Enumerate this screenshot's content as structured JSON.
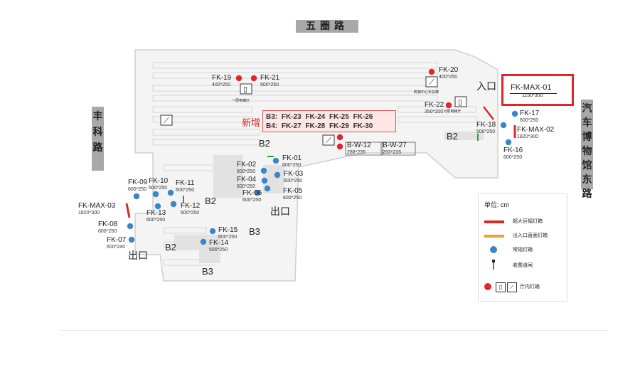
{
  "roads": {
    "top": "五圈路",
    "left": "丰科路",
    "right": "汽车博物馆东路"
  },
  "highlight": {
    "code": "FK-MAX-01",
    "size": "1150*300"
  },
  "new_block": {
    "tag": "新增",
    "row1": "B3: FK-23 FK-24 FK-25 FK-26",
    "row2": "B4: FK-27 FK-28 FK-29 FK-30"
  },
  "labels": [
    {
      "code": "FK-19",
      "size": "400*250",
      "kind": "hall"
    },
    {
      "code": "FK-21",
      "size": "500*250",
      "kind": "hall"
    },
    {
      "code": "FK-20",
      "size": "400*250",
      "kind": "hall"
    },
    {
      "code": "FK-22",
      "size": "350*200",
      "kind": "hall"
    },
    {
      "code": "FK-17",
      "size": "600*250",
      "kind": "regular"
    },
    {
      "code": "FK-18",
      "size": "500*250",
      "kind": "regular"
    },
    {
      "code": "FK-16",
      "size": "600*250",
      "kind": "regular"
    },
    {
      "code": "FK-MAX-02",
      "size": "1820*300",
      "kind": "max"
    },
    {
      "code": "FK-01",
      "size": "600*250",
      "kind": "regular"
    },
    {
      "code": "FK-02",
      "size": "600*250",
      "kind": "regular"
    },
    {
      "code": "FK-03",
      "size": "600*250",
      "kind": "regular"
    },
    {
      "code": "FK-04",
      "size": "600*250",
      "kind": "regular"
    },
    {
      "code": "FK-05",
      "size": "600*250",
      "kind": "regular"
    },
    {
      "code": "FK-06",
      "size": "600*250",
      "kind": "regular"
    },
    {
      "code": "FK-09",
      "size": "600*250",
      "kind": "regular"
    },
    {
      "code": "FK-10",
      "size": "600*250",
      "kind": "regular"
    },
    {
      "code": "FK-11",
      "size": "600*250",
      "kind": "regular"
    },
    {
      "code": "FK-12",
      "size": "600*250",
      "kind": "regular"
    },
    {
      "code": "FK-13",
      "size": "600*250",
      "kind": "regular"
    },
    {
      "code": "FK-MAX-03",
      "size": "1820*300",
      "kind": "max"
    },
    {
      "code": "FK-08",
      "size": "600*250",
      "kind": "regular"
    },
    {
      "code": "FK-07",
      "size": "600*240",
      "kind": "regular"
    },
    {
      "code": "FK-15",
      "size": "600*250",
      "kind": "regular"
    },
    {
      "code": "FK-14",
      "size": "500*250",
      "kind": "regular"
    },
    {
      "code": "B-W-12",
      "size": "288*235",
      "kind": "hall"
    },
    {
      "code": "B-W-27",
      "size": "293*235",
      "kind": "hall"
    }
  ],
  "place_text": {
    "entrance": "入口",
    "exit": "出口",
    "b2": "B2",
    "b3": "B3",
    "elevator_hall": "一层电梯厅",
    "escalator_note": "购物中心手扶梯",
    "elevator_hall_2": "B层电梯厅"
  },
  "legend": {
    "title": "单位: cm",
    "items": [
      {
        "text": "超大巨幅灯箱",
        "color": "#d42a2a"
      },
      {
        "text": "出入口直面灯箱",
        "color": "#f0a030"
      },
      {
        "text": "常规灯箱",
        "color": "#3a86c8"
      },
      {
        "text": "收费道闸",
        "color": "#2a9d3a"
      },
      {
        "text": "厅内灯箱",
        "color": "#e0262a"
      }
    ]
  },
  "colors": {
    "hall": "#e0262a",
    "regular": "#3a86c8",
    "max": "#d42a2a",
    "gate": "#2a9d3a"
  }
}
